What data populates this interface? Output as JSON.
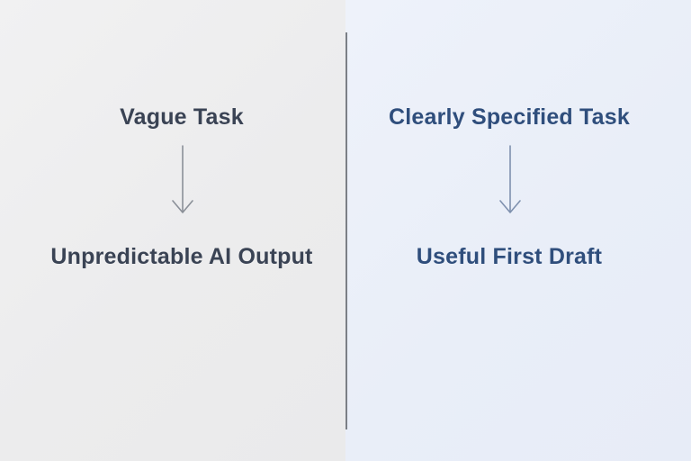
{
  "diagram": {
    "left_panel": {
      "title": "Vague Task",
      "result": "Unpredictable AI Output",
      "background_color": "#ECECED",
      "text_color": "#3A4354",
      "arrow_color": "#8A8F98",
      "arrow_icon": "down-arrow"
    },
    "right_panel": {
      "title": "Clearly Specified Task",
      "result": "Useful First Draft",
      "background_color": "#E9EEF8",
      "text_color": "#2F4E7C",
      "arrow_color": "#7E90AE",
      "arrow_icon": "down-arrow"
    },
    "divider_color": "#7B7F86"
  }
}
